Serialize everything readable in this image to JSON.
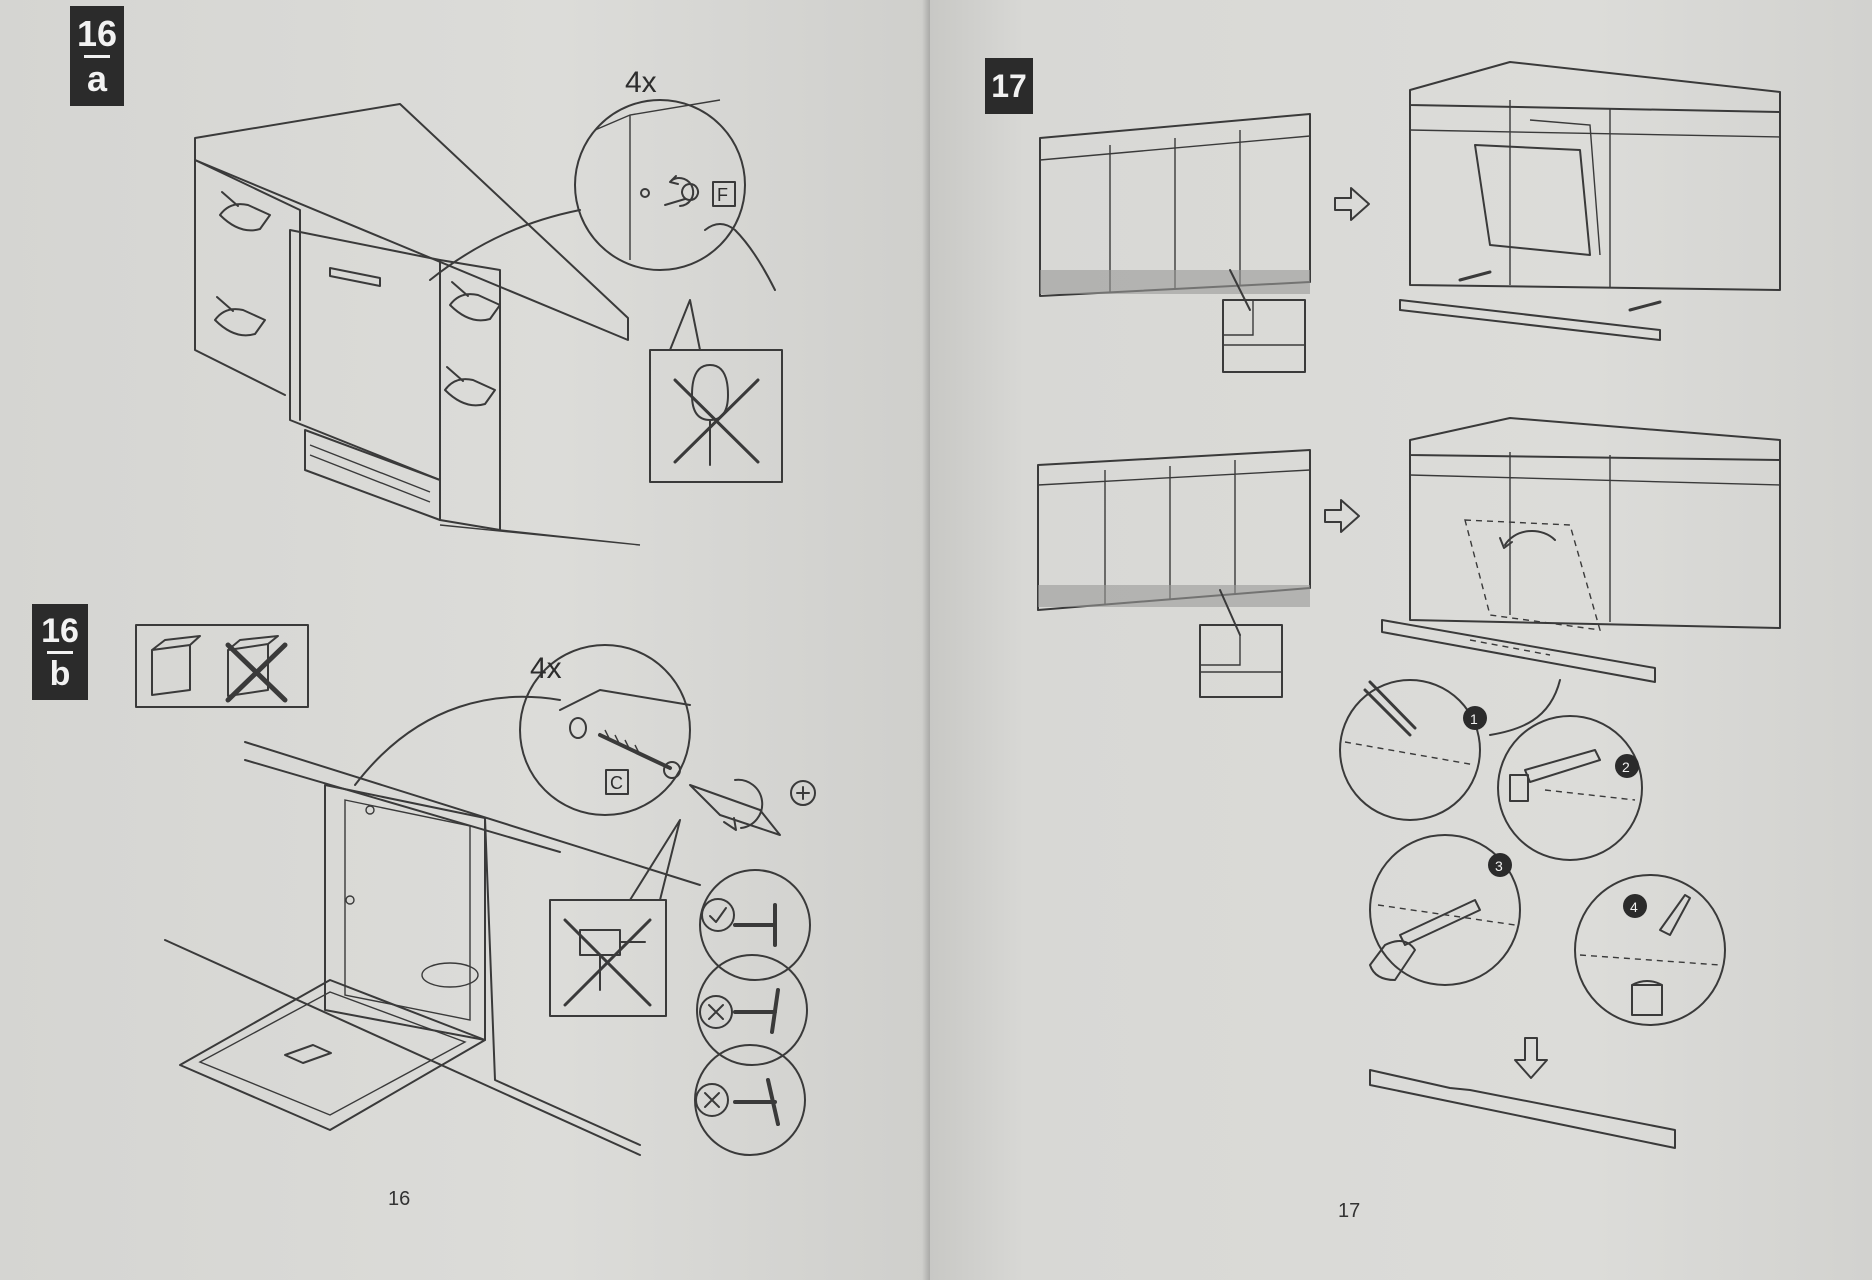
{
  "pages": {
    "left": {
      "page_number": "16",
      "step_a": {
        "number": "16",
        "letter": "a",
        "count_label": "4x",
        "part_label": "F"
      },
      "step_b": {
        "number": "16",
        "letter": "b",
        "count_label": "4x",
        "part_label": "C"
      }
    },
    "right": {
      "page_number": "17",
      "step": {
        "number": "17",
        "substeps": [
          "1",
          "2",
          "3",
          "4"
        ]
      }
    }
  },
  "icons": [
    "pointing-hand-icon",
    "screwdriver-prohibited-icon",
    "drill-prohibited-icon",
    "check-icon",
    "cross-icon",
    "plus-icon",
    "rotate-arrow-icon",
    "hollow-arrow-right-icon",
    "hollow-arrow-down-icon",
    "saw-icon",
    "pencil-icon",
    "file-icon",
    "paintbrush-icon"
  ],
  "colors": {
    "paper": "#dcdcd9",
    "ink": "#3a3a3a",
    "badge": "#2b2b2b"
  }
}
